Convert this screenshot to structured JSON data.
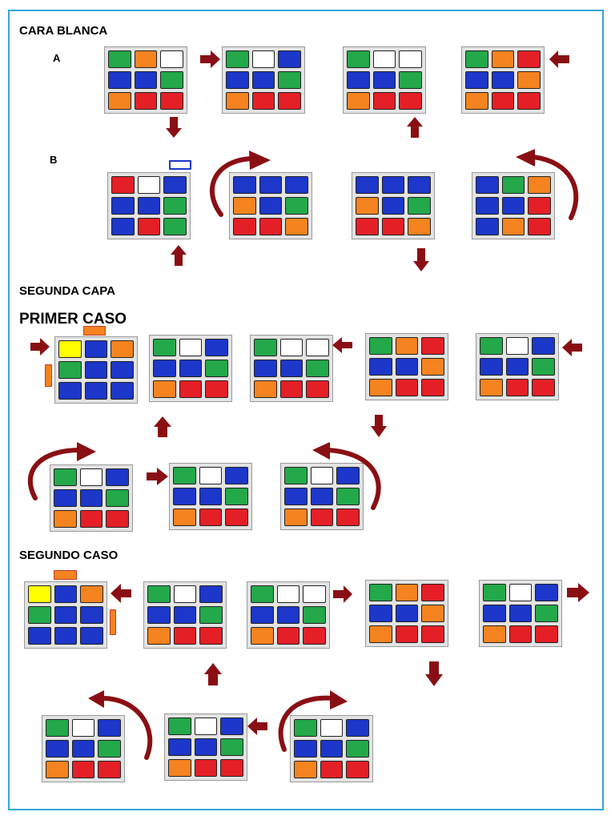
{
  "colors": {
    "W": "#ffffff",
    "B": "#1c37c9",
    "G": "#23a84a",
    "O": "#f5831f",
    "R": "#e41f26",
    "Y": "#ffff00",
    "arrow": "#8a0f14",
    "frame": "#35a6d8"
  },
  "sections": {
    "white_face": "CARA BLANCA",
    "label_a": "A",
    "label_b": "B",
    "second_layer": "SEGUNDA CAPA",
    "first_case": "PRIMER CASO",
    "second_case": "SEGUNDO CASO"
  },
  "cubes": [
    [
      "G",
      "O",
      "W",
      "B",
      "B",
      "G",
      "O",
      "R",
      "R"
    ],
    [
      "G",
      "W",
      "B",
      "B",
      "B",
      "G",
      "O",
      "R",
      "R"
    ],
    [
      "G",
      "W",
      "W",
      "B",
      "B",
      "G",
      "O",
      "R",
      "R"
    ],
    [
      "G",
      "O",
      "R",
      "B",
      "B",
      "O",
      "O",
      "R",
      "R"
    ],
    [
      "R",
      "W",
      "B",
      "B",
      "B",
      "G",
      "B",
      "R",
      "G"
    ],
    [
      "B",
      "B",
      "B",
      "O",
      "B",
      "G",
      "R",
      "R",
      "O"
    ],
    [
      "B",
      "B",
      "B",
      "O",
      "B",
      "G",
      "R",
      "R",
      "O"
    ],
    [
      "B",
      "G",
      "O",
      "B",
      "B",
      "R",
      "B",
      "O",
      "R"
    ],
    [
      "Y",
      "B",
      "O",
      "G",
      "B",
      "B",
      "B",
      "B",
      "B"
    ],
    [
      "G",
      "W",
      "B",
      "B",
      "B",
      "G",
      "O",
      "R",
      "R"
    ],
    [
      "G",
      "W",
      "W",
      "B",
      "B",
      "G",
      "O",
      "R",
      "R"
    ],
    [
      "G",
      "O",
      "R",
      "B",
      "B",
      "O",
      "O",
      "R",
      "R"
    ],
    [
      "G",
      "W",
      "B",
      "B",
      "B",
      "G",
      "O",
      "R",
      "R"
    ],
    [
      "G",
      "W",
      "B",
      "B",
      "B",
      "G",
      "O",
      "R",
      "R"
    ],
    [
      "G",
      "W",
      "B",
      "B",
      "B",
      "G",
      "O",
      "R",
      "R"
    ],
    [
      "G",
      "W",
      "B",
      "B",
      "B",
      "G",
      "O",
      "R",
      "R"
    ],
    [
      "Y",
      "B",
      "O",
      "G",
      "B",
      "B",
      "B",
      "B",
      "B"
    ],
    [
      "G",
      "W",
      "B",
      "B",
      "B",
      "G",
      "O",
      "R",
      "R"
    ],
    [
      "G",
      "W",
      "W",
      "B",
      "B",
      "G",
      "O",
      "R",
      "R"
    ],
    [
      "G",
      "O",
      "R",
      "B",
      "B",
      "O",
      "O",
      "R",
      "R"
    ],
    [
      "G",
      "W",
      "B",
      "B",
      "B",
      "G",
      "O",
      "R",
      "R"
    ],
    [
      "G",
      "W",
      "B",
      "B",
      "B",
      "G",
      "O",
      "R",
      "R"
    ],
    [
      "G",
      "W",
      "B",
      "B",
      "B",
      "G",
      "O",
      "R",
      "R"
    ],
    [
      "G",
      "W",
      "B",
      "B",
      "B",
      "G",
      "O",
      "R",
      "R"
    ]
  ],
  "markers": [
    {
      "kind": "outline",
      "color": "B"
    },
    {
      "kind": "fill",
      "color": "O"
    },
    {
      "kind": "fill",
      "color": "O"
    },
    {
      "kind": "fill",
      "color": "O"
    },
    {
      "kind": "fill",
      "color": "O"
    }
  ]
}
